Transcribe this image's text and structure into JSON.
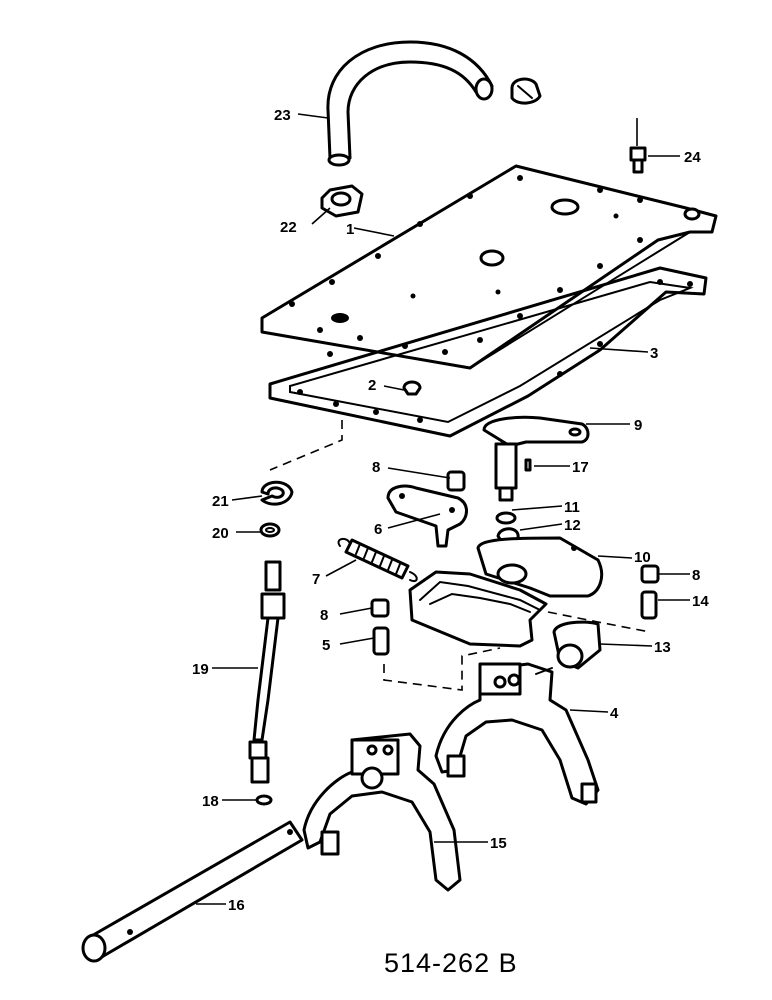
{
  "drawing_number": "514-262 B",
  "callouts": [
    {
      "id": "callout-1",
      "text": "1"
    },
    {
      "id": "callout-2",
      "text": "2"
    },
    {
      "id": "callout-3",
      "text": "3"
    },
    {
      "id": "callout-4",
      "text": "4"
    },
    {
      "id": "callout-5",
      "text": "5"
    },
    {
      "id": "callout-6",
      "text": "6"
    },
    {
      "id": "callout-7",
      "text": "7"
    },
    {
      "id": "callout-8a",
      "text": "8"
    },
    {
      "id": "callout-8b",
      "text": "8"
    },
    {
      "id": "callout-8c",
      "text": "8"
    },
    {
      "id": "callout-9",
      "text": "9"
    },
    {
      "id": "callout-10",
      "text": "10"
    },
    {
      "id": "callout-11",
      "text": "11"
    },
    {
      "id": "callout-12",
      "text": "12"
    },
    {
      "id": "callout-13",
      "text": "13"
    },
    {
      "id": "callout-14",
      "text": "14"
    },
    {
      "id": "callout-15",
      "text": "15"
    },
    {
      "id": "callout-16",
      "text": "16"
    },
    {
      "id": "callout-17",
      "text": "17"
    },
    {
      "id": "callout-18",
      "text": "18"
    },
    {
      "id": "callout-19",
      "text": "19"
    },
    {
      "id": "callout-20",
      "text": "20"
    },
    {
      "id": "callout-21",
      "text": "21"
    },
    {
      "id": "callout-22",
      "text": "22"
    },
    {
      "id": "callout-23",
      "text": "23"
    },
    {
      "id": "callout-24",
      "text": "24"
    }
  ]
}
